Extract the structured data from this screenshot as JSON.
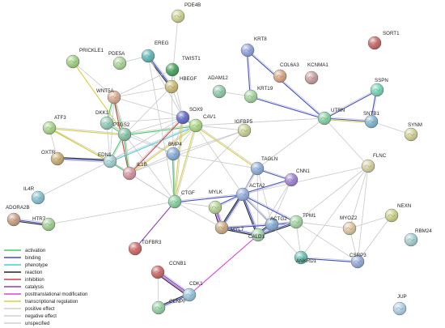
{
  "nodes": [
    {
      "id": "PDE4B",
      "color": "#ccd18a"
    },
    {
      "id": "SORT1",
      "color": "#c46060"
    },
    {
      "id": "KRT8",
      "color": "#8b9edb"
    },
    {
      "id": "EREG",
      "color": "#57b5b5"
    },
    {
      "id": "PRICKLE1",
      "color": "#9bd07a"
    },
    {
      "id": "PDE5A",
      "color": "#a7d494"
    },
    {
      "id": "TWIST1",
      "color": "#3fa055"
    },
    {
      "id": "COL6A3",
      "color": "#d7a07d"
    },
    {
      "id": "KCNMA1",
      "color": "#c49a9a"
    },
    {
      "id": "HBEGF",
      "color": "#c8b86a"
    },
    {
      "id": "ADAM12",
      "color": "#8ac9a9"
    },
    {
      "id": "KRT19",
      "color": "#9fd39a"
    },
    {
      "id": "SSPN",
      "color": "#6fd3b3"
    },
    {
      "id": "WNT5A",
      "color": "#d6a88a"
    },
    {
      "id": "UTRN",
      "color": "#7fcf9f"
    },
    {
      "id": "SNTB1",
      "color": "#7fb3cf"
    },
    {
      "id": "SOX9",
      "color": "#5a64c8"
    },
    {
      "id": "DKK1",
      "color": "#8fc9b3"
    },
    {
      "id": "ATF3",
      "color": "#a3d487"
    },
    {
      "id": "CAV1",
      "color": "#a7d47f"
    },
    {
      "id": "PTGS2",
      "color": "#7fbf9f"
    },
    {
      "id": "IGFBP5",
      "color": "#c9cf8f"
    },
    {
      "id": "SYNM",
      "color": "#cfcf8f"
    },
    {
      "id": "BMP4",
      "color": "#7fa9d9"
    },
    {
      "id": "EDN1",
      "color": "#9fcfcf"
    },
    {
      "id": "OXTR",
      "color": "#c7a86a"
    },
    {
      "id": "IL1B",
      "color": "#d38f9f"
    },
    {
      "id": "FLNC",
      "color": "#d3cf9a"
    },
    {
      "id": "TAGLN",
      "color": "#8aa9d9"
    },
    {
      "id": "CNN1",
      "color": "#9a7fcf"
    },
    {
      "id": "IL4R",
      "color": "#7fbfcf"
    },
    {
      "id": "CTGF",
      "color": "#7fcf9a"
    },
    {
      "id": "MYLK",
      "color": "#b3d38f"
    },
    {
      "id": "ACTA2",
      "color": "#8fa9d9"
    },
    {
      "id": "ADORA2B",
      "color": "#c79a7f"
    },
    {
      "id": "HTR7",
      "color": "#9fcf8f"
    },
    {
      "id": "NEXN",
      "color": "#c9cf7f"
    },
    {
      "id": "MYL7",
      "color": "#c9a87a"
    },
    {
      "id": "ACTG2",
      "color": "#7fa9cf"
    },
    {
      "id": "TPM1",
      "color": "#9fd39f"
    },
    {
      "id": "MYOZ2",
      "color": "#d9c39a"
    },
    {
      "id": "CALD1",
      "color": "#9fd3a9"
    },
    {
      "id": "RBM24",
      "color": "#9fcfcf"
    },
    {
      "id": "TGFBR3",
      "color": "#cf5f5f"
    },
    {
      "id": "ANKRD1",
      "color": "#5fbfaf"
    },
    {
      "id": "CSRP3",
      "color": "#8fa9d9"
    },
    {
      "id": "CCNB1",
      "color": "#c95f5f"
    },
    {
      "id": "CDK1",
      "color": "#8fc3d9"
    },
    {
      "id": "CENPF",
      "color": "#8fcf9f"
    },
    {
      "id": "JUP",
      "color": "#a9cfe3"
    }
  ],
  "legend": [
    {
      "label": "activation",
      "color": "#3fcf5f"
    },
    {
      "label": "binding",
      "color": "#3f4fcf"
    },
    {
      "label": "phenotype",
      "color": "#3fcfdf"
    },
    {
      "label": "reaction",
      "color": "#222222"
    },
    {
      "label": "inhibition",
      "color": "#cf3f3f"
    },
    {
      "label": "catalysis",
      "color": "#8f3faf"
    },
    {
      "label": "posttranslational modification",
      "color": "#df3fdf"
    },
    {
      "label": "transcriptional regulation",
      "color": "#dfcf3f"
    },
    {
      "label": "positive effect",
      "color": "#cfcfcf"
    },
    {
      "label": "negative effect",
      "color": "#cfcfcf"
    },
    {
      "label": "unspecified",
      "color": "#cfcfcf"
    }
  ]
}
